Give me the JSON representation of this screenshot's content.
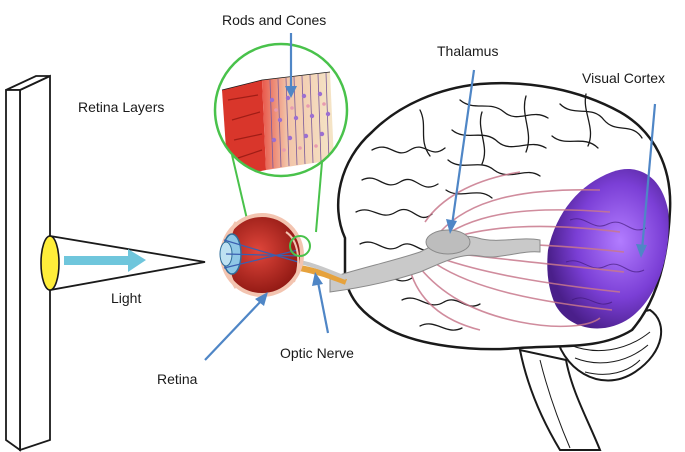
{
  "labels": {
    "rods_and_cones": "Rods and Cones",
    "thalamus": "Thalamus",
    "visual_cortex": "Visual Cortex",
    "retina_layers": "Retina Layers",
    "light": "Light",
    "retina": "Retina",
    "optic_nerve": "Optic Nerve"
  },
  "colors": {
    "arrow_blue": "#4f86c6",
    "light_arrow": "#6fc6dc",
    "zoom_ring": "#49c24b",
    "cortex_purple": "#7b3fd6",
    "nerve_gray": "#bdbdbd",
    "pathway_pink": "#c8788c",
    "eye_red": "#b3261e",
    "lens_yellow": "#ffee3a"
  }
}
